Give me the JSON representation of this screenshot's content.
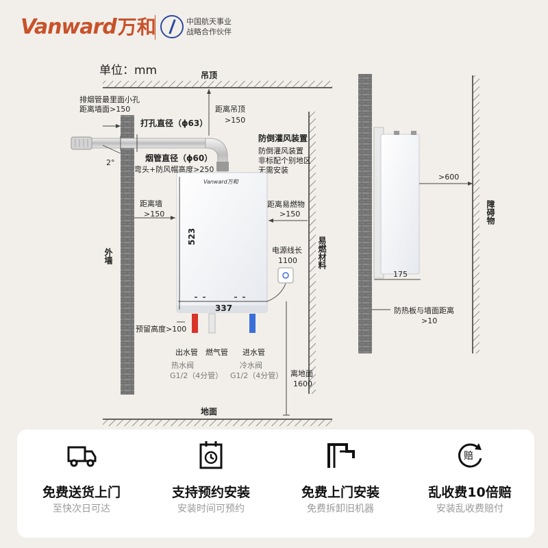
{
  "brand": {
    "name_en": "Vanward",
    "name_cn": "万和",
    "partner_line1": "中国航天事业",
    "partner_line2": "战略合作伙伴"
  },
  "unit": "单位：mm",
  "labels": {
    "ceiling": "吊顶",
    "floor": "地面",
    "outer_wall": "外墙",
    "flammable": "易燃材料",
    "obstacle": "障碍物",
    "flue_hole_note1": "排烟管最里面小孔",
    "flue_hole_note2": "距离墙面>150",
    "drill_diameter": "打孔直径（ϕ63）",
    "to_ceiling1": "距离吊顶",
    "to_ceiling2": ">150",
    "pipe_diameter": "烟管直径（ϕ60）",
    "elbow": "弯头+防风帽高度>250",
    "angle": "2°",
    "anti_backflow_title": "防倒灌风装置",
    "anti_backflow_1": "防倒灌风装置",
    "anti_backflow_2": "非标配个别地区",
    "anti_backflow_3": "无需安装",
    "to_wall1": "距离墙",
    "to_wall2": ">150",
    "to_flammable1": "距离易燃物",
    "to_flammable2": ">150",
    "height": "523",
    "width": "337",
    "power_cord1": "电源线长",
    "power_cord2": "1100",
    "reserve_height": "预留高度>100",
    "outlet": "出水管",
    "gas": "燃气管",
    "inlet": "进水管",
    "hot_valve1": "热水阀",
    "hot_valve2": "G1/2（4分管）",
    "cold_valve1": "冷水阀",
    "cold_valve2": "G1/2（4分管）",
    "from_floor1": "离地面",
    "from_floor2": "1600",
    "obstacle_dist": ">600",
    "depth": "175",
    "heat_shield1": "防热板与墙面距离",
    "heat_shield2": ">10",
    "heater_brand": "Vanward万和"
  },
  "services": [
    {
      "icon": "truck-icon",
      "title": "免费送货上门",
      "subtitle": "至快次日可达"
    },
    {
      "icon": "clock-icon",
      "title": "支持预约安装",
      "subtitle": "安装时间可预约"
    },
    {
      "icon": "pipe-icon",
      "title": "免费上门安装",
      "subtitle": "免费拆卸旧机器"
    },
    {
      "icon": "refund-icon",
      "title": "乱收费10倍赔",
      "subtitle": "安装乱收费赔付",
      "icon_text": "赔"
    }
  ]
}
